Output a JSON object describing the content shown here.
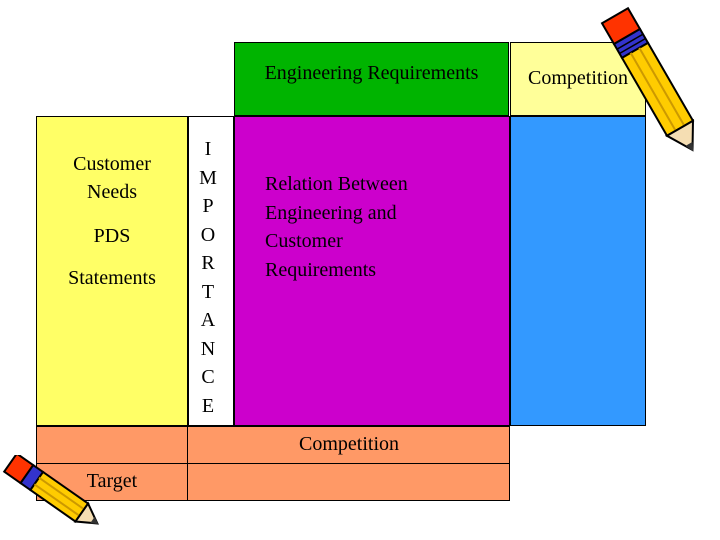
{
  "colors": {
    "engineering_header": "#00b400",
    "competition_header": "#ffff99",
    "customer_needs": "#ffff66",
    "relation_matrix": "#cc00cc",
    "competition_right": "#3399ff",
    "bottom_rows": "#ff9966"
  },
  "labels": {
    "engineering_requirements": "Engineering Requirements",
    "competition_top": "Competition",
    "customer_needs": "Customer\nNeeds",
    "pds": "PDS",
    "statements": "Statements",
    "importance": [
      "I",
      "M",
      "P",
      "O",
      "R",
      "T",
      "A",
      "N",
      "C",
      "E"
    ],
    "relation": "Relation Between\nEngineering and\nCustomer\nRequirements",
    "competition_bottom": "Competition",
    "target": "Target"
  },
  "icons": {
    "top_right": "pencil-icon",
    "bottom_left": "pencil-icon"
  }
}
